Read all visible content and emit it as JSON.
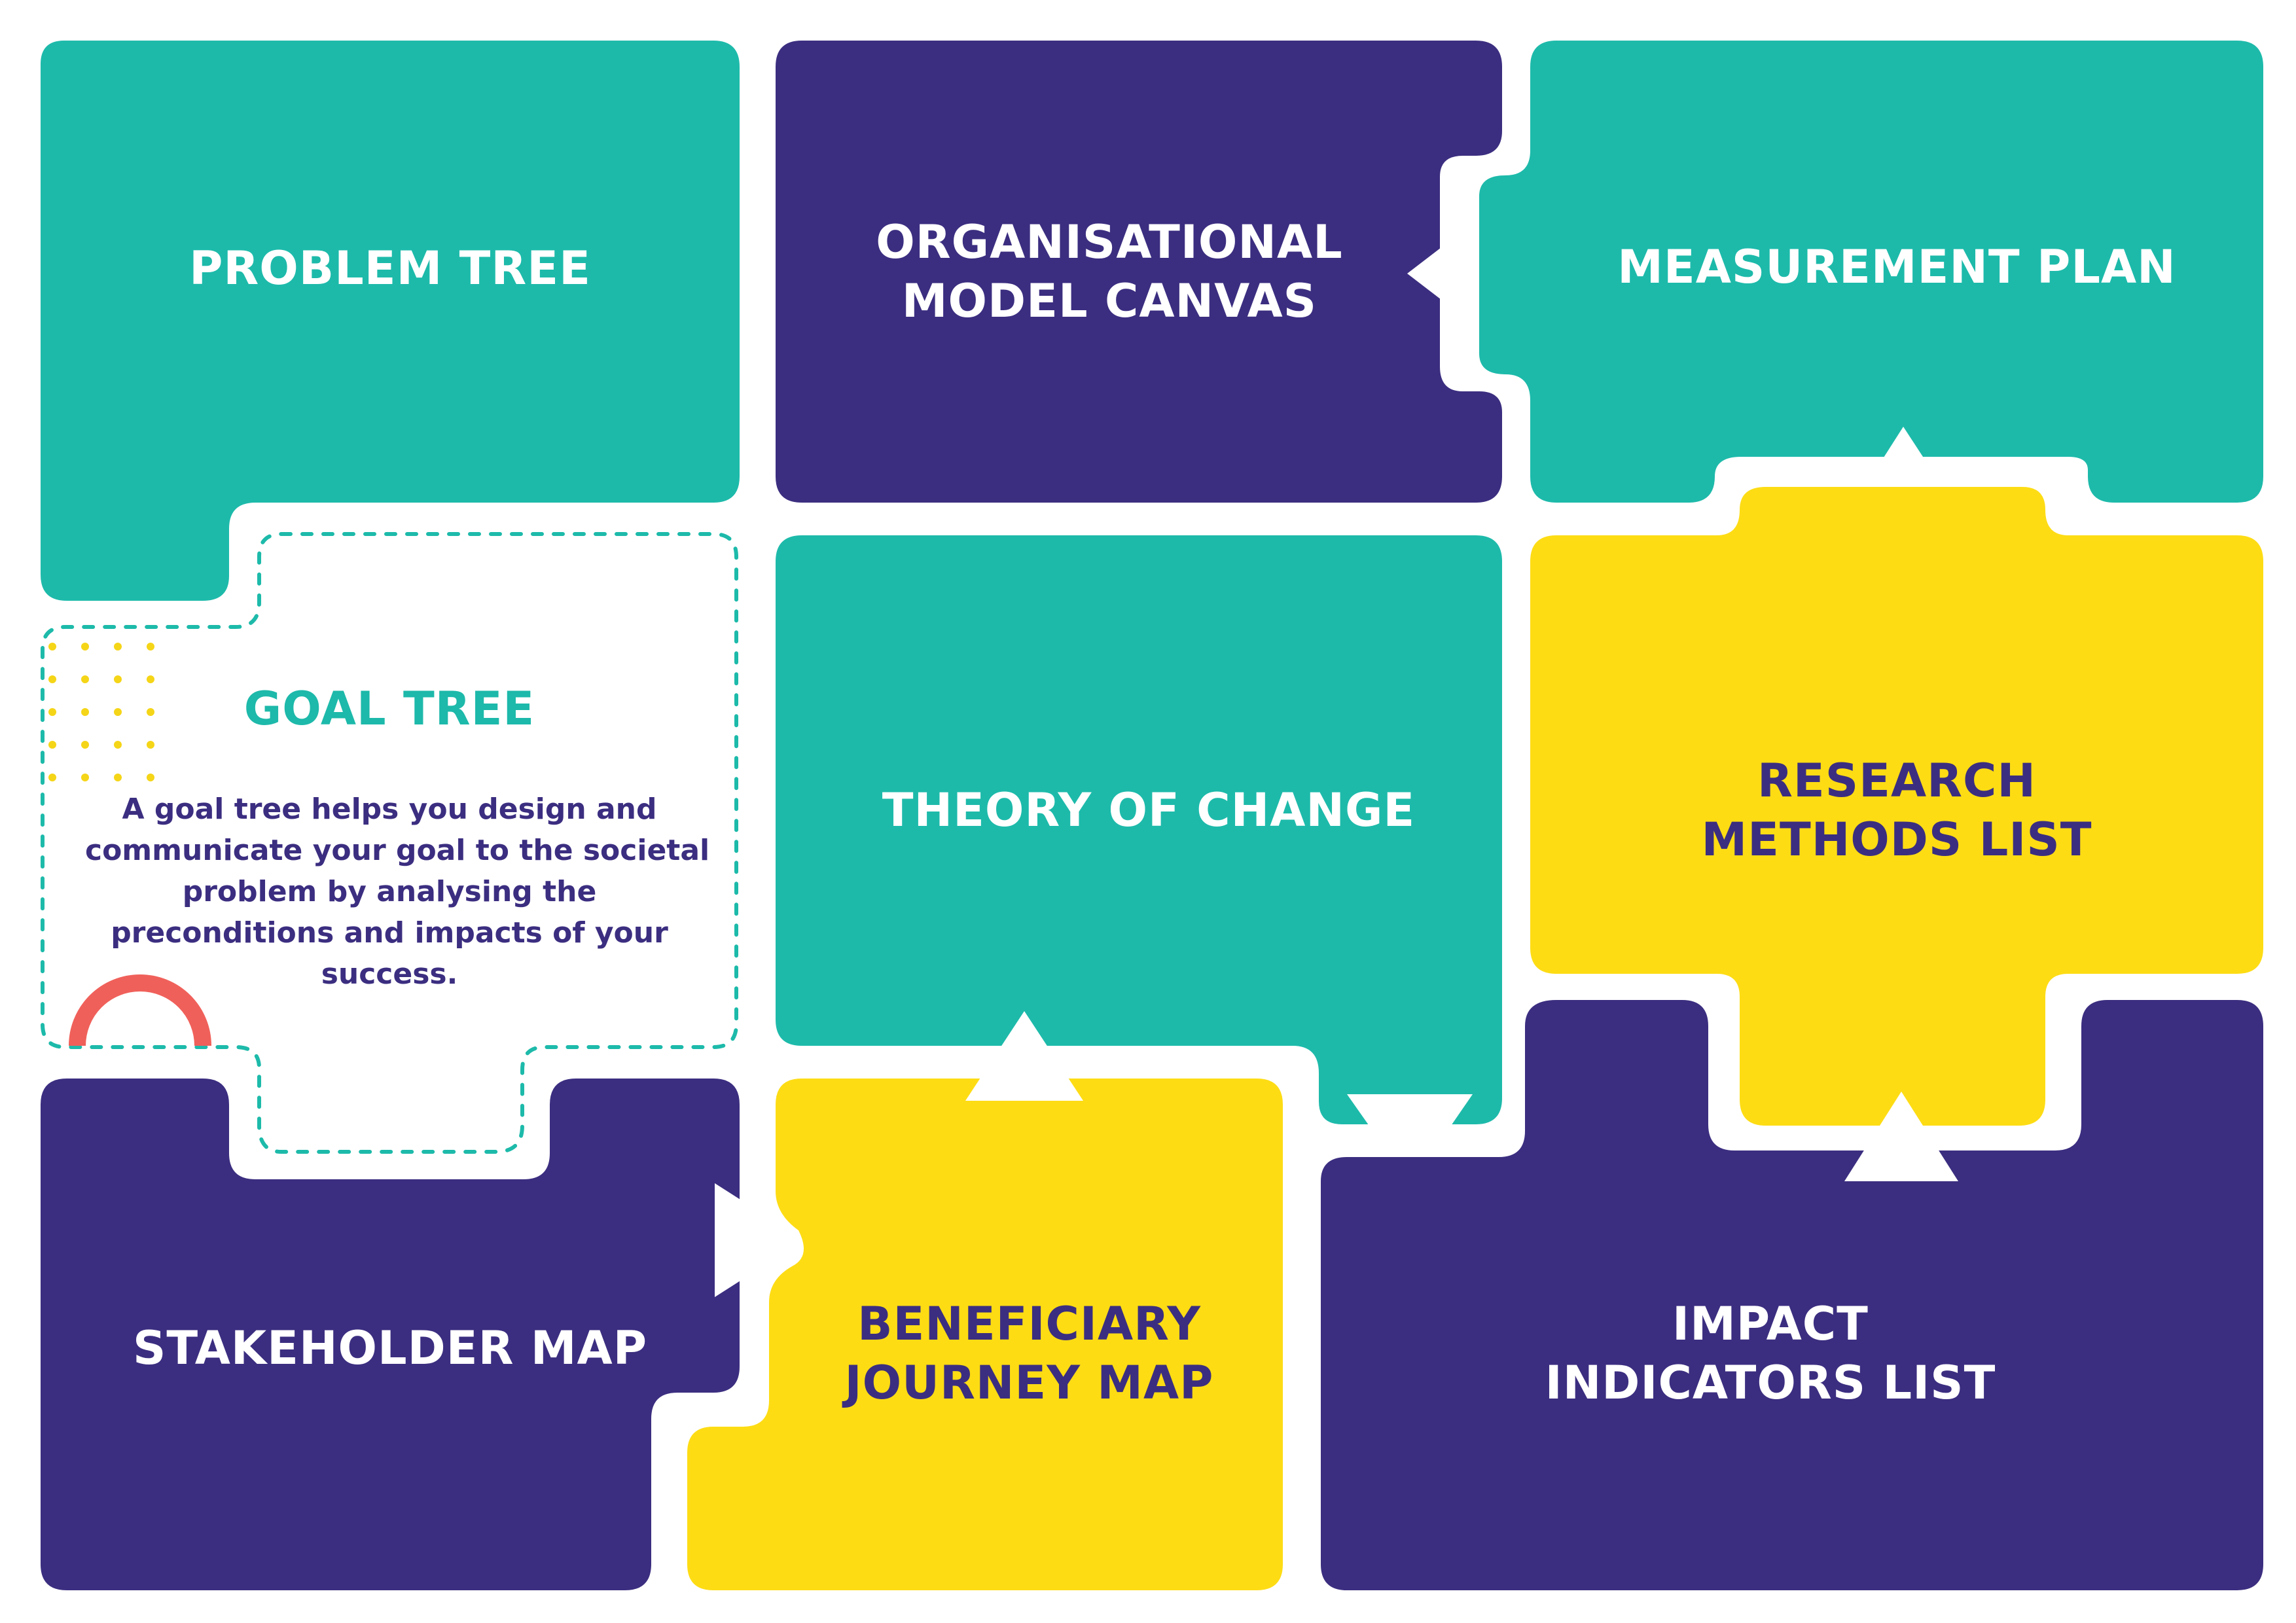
{
  "colors": {
    "teal": "#1DBAAA",
    "purple": "#3B2E80",
    "yellow": "#FDDC14",
    "coral": "#F0605A",
    "dot_yellow": "#F5D517",
    "white": "#FFFFFF"
  },
  "blocks": {
    "problem_tree": {
      "title": "PROBLEM TREE"
    },
    "organisational_model_canvas": {
      "title_line1": "ORGANISATIONAL",
      "title_line2": "MODEL CANVAS"
    },
    "measurement_plan": {
      "title": "MEASUREMENT PLAN"
    },
    "goal_tree": {
      "title": "GOAL TREE",
      "description_lines": [
        "A goal tree helps you design and",
        "communicate your goal to the societal",
        "problem by analysing the",
        "preconditions and impacts of your",
        "success."
      ]
    },
    "theory_of_change": {
      "title": "THEORY OF CHANGE"
    },
    "research_methods_list": {
      "title_line1": "RESEARCH",
      "title_line2": "METHODS LIST"
    },
    "stakeholder_map": {
      "title": "STAKEHOLDER MAP"
    },
    "beneficiary_journey_map": {
      "title_line1": "BENEFICIARY",
      "title_line2": "JOURNEY MAP"
    },
    "impact_indicators_list": {
      "title_line1": "IMPACT",
      "title_line2": "INDICATORS LIST"
    }
  }
}
